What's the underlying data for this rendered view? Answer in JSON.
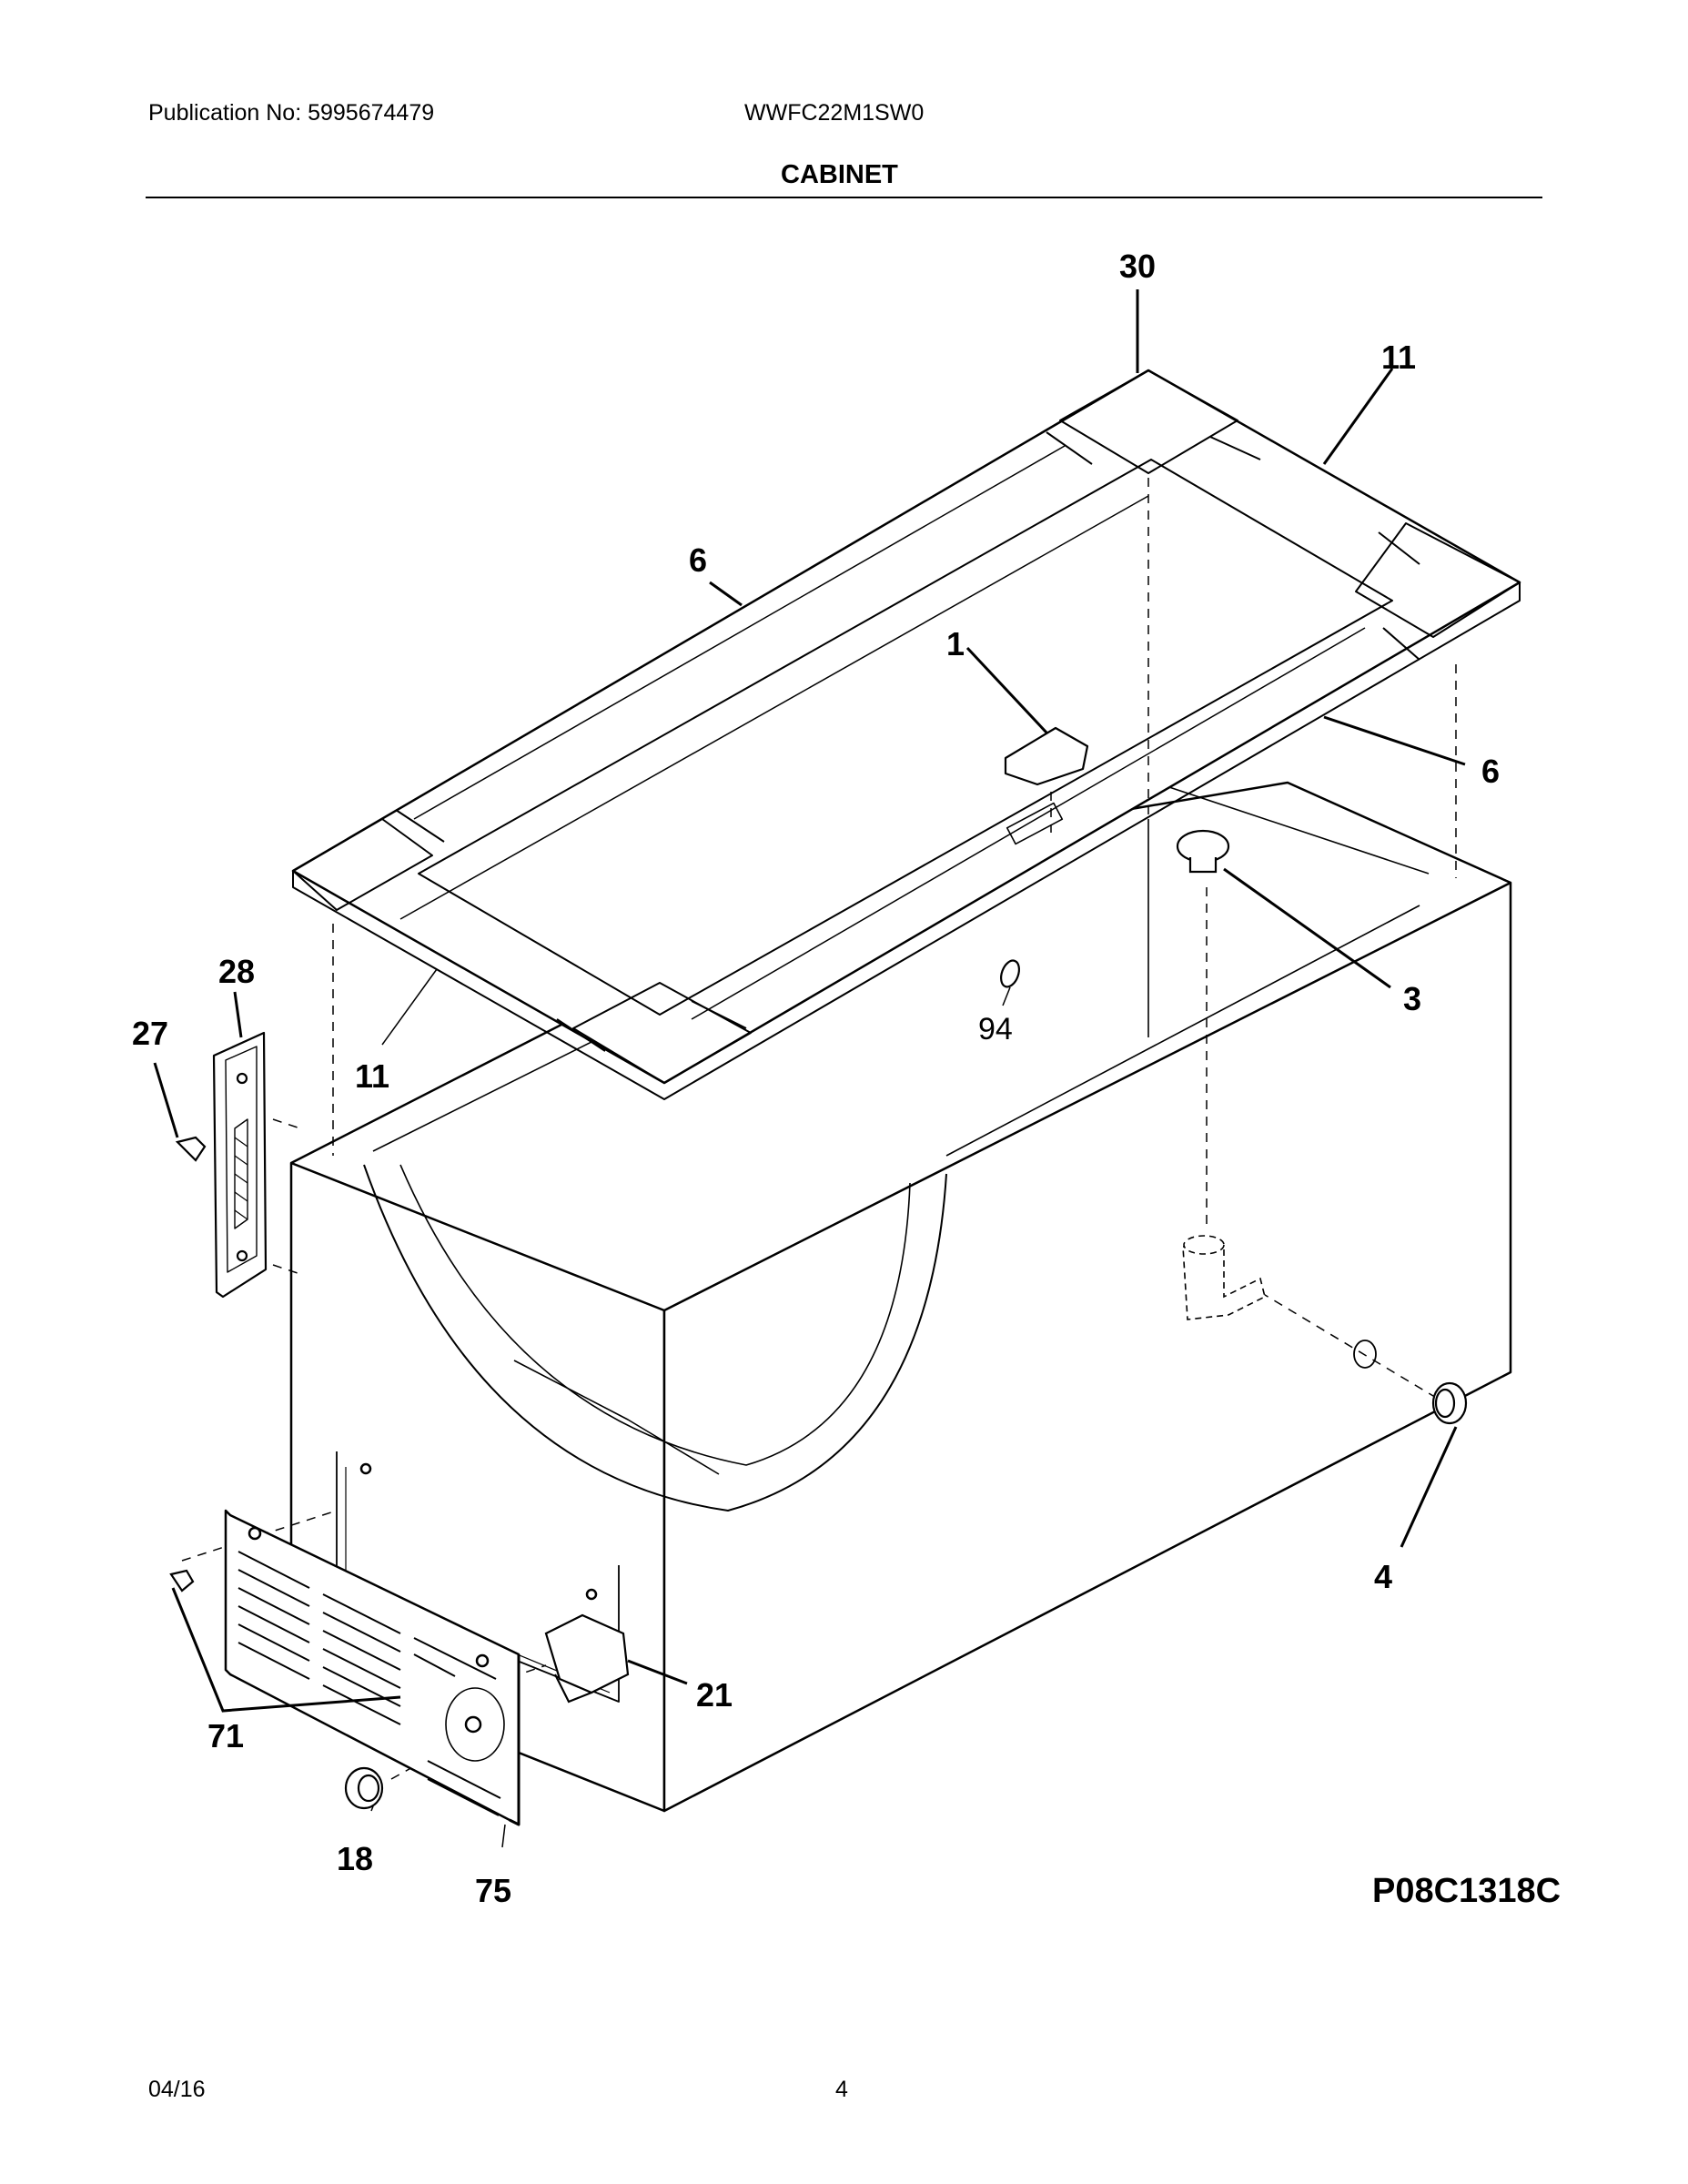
{
  "header": {
    "publication": "Publication No: 5995674479",
    "model": "WWFC22M1SW0",
    "section": "CABINET"
  },
  "callouts": [
    "30",
    "11",
    "6",
    "1",
    "6",
    "3",
    "94",
    "28",
    "27",
    "11",
    "4",
    "21",
    "71",
    "18",
    "75"
  ],
  "figure_id": "P08C1318C",
  "footer": {
    "date": "04/16",
    "page": "4"
  }
}
